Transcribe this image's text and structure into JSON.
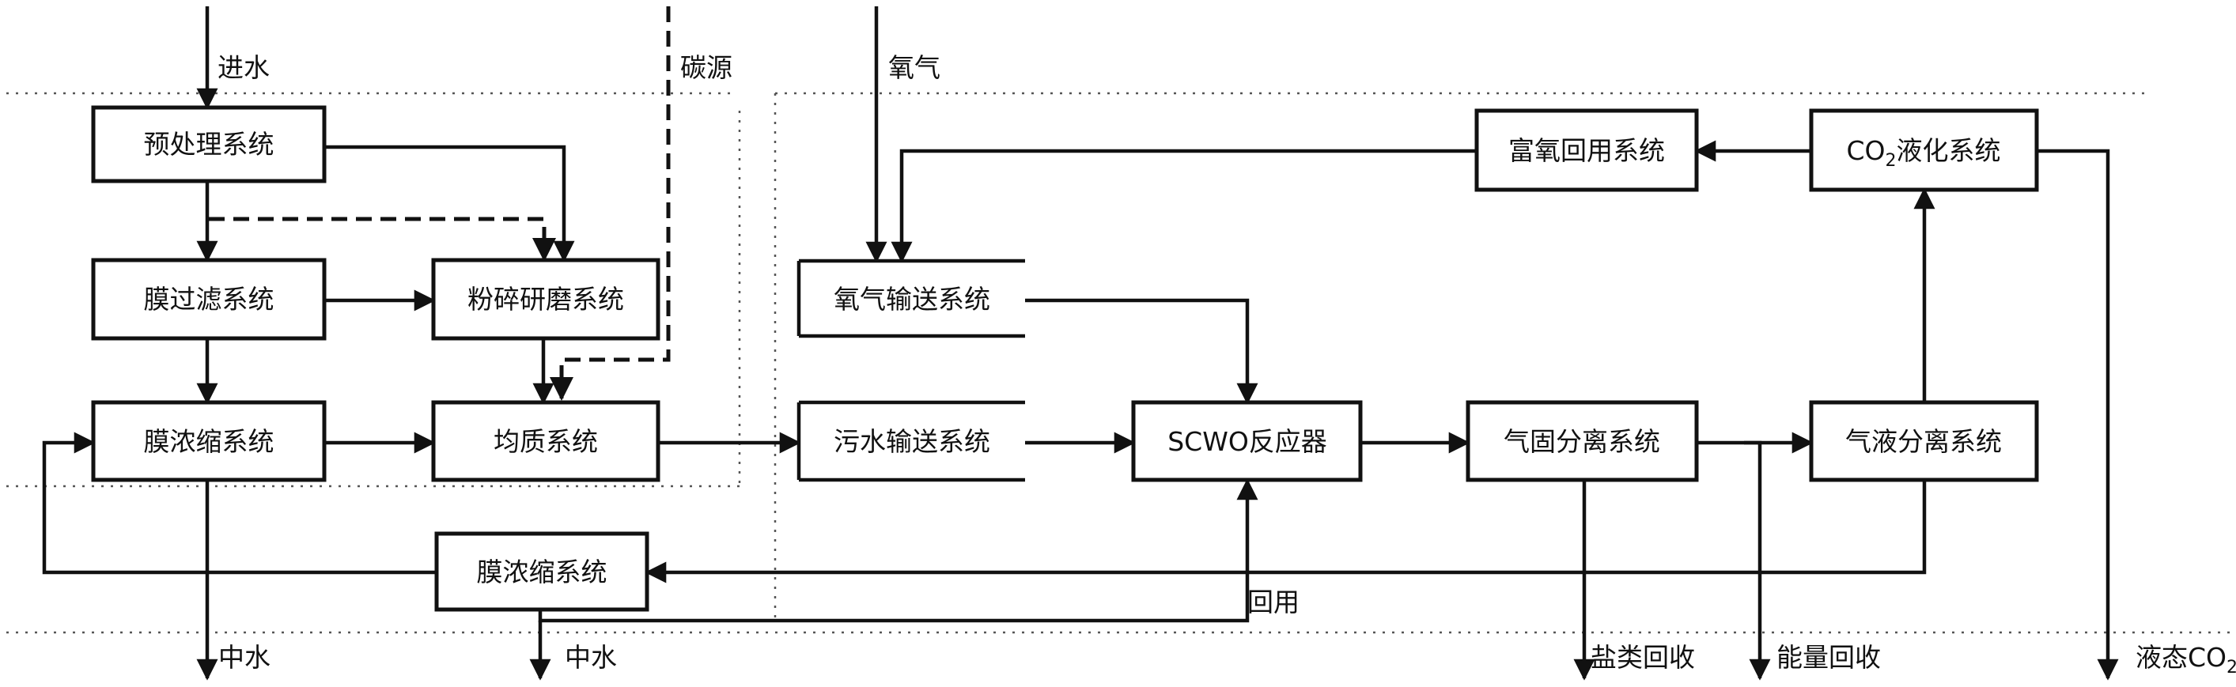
{
  "boxes": {
    "pretreatment": "预处理系统",
    "membrane_filtration": "膜过滤系统",
    "crushing_grinding": "粉碎研磨系统",
    "membrane_concentration": "膜浓缩系统",
    "homogenization": "均质系统",
    "membrane_concentration_2": "膜浓缩系统",
    "oxygen_delivery": "氧气输送系统",
    "sewage_delivery": "污水输送系统",
    "scwo_reactor": "SCWO反应器",
    "gas_solid_separation": "气固分离系统",
    "gas_liquid_separation": "气液分离系统",
    "oxygen_reuse": "富氧回用系统",
    "co2_liquefaction_prefix": "CO",
    "co2_liquefaction_sub": "2",
    "co2_liquefaction_suffix": "液化系统"
  },
  "labels": {
    "water_inlet": "进水",
    "carbon_source": "碳源",
    "oxygen": "氧气",
    "reuse": "回用",
    "reclaimed_water_1": "中水",
    "reclaimed_water_2": "中水",
    "salt_recovery": "盐类回收",
    "energy_recovery": "能量回收",
    "liquid_co2_prefix": "液态CO",
    "liquid_co2_sub": "2"
  }
}
